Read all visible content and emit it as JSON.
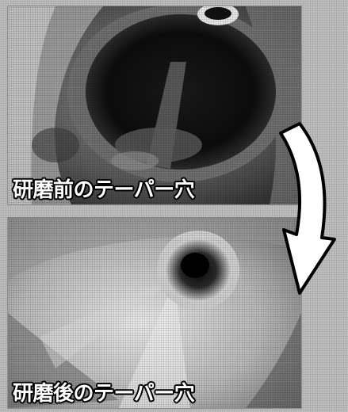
{
  "captions": {
    "before": "研磨前のテーパー穴",
    "after": "研磨後のテーパー穴"
  },
  "images": {
    "before_description_icon": "taper-hole-before-polishing-photo",
    "after_description_icon": "taper-hole-after-polishing-photo",
    "arrow_icon": "curved-down-arrow-icon"
  },
  "colors": {
    "caption_text": "#ffffff",
    "caption_outline": "#000000",
    "arrow_fill": "#ffffff",
    "arrow_stroke": "#000000"
  }
}
